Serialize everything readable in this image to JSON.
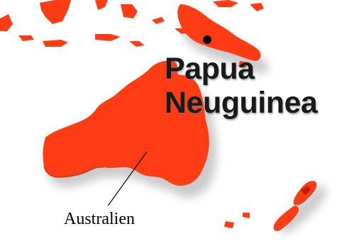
{
  "map": {
    "labels": {
      "png_line1": "Papua",
      "png_line2": "Neuguinea",
      "australia": "Australien"
    },
    "colors": {
      "land": "#ff3c14",
      "land_dark": "#c21e00",
      "shadow": "#9a9a9a",
      "city_marker": "#000000"
    },
    "icons": [
      "city-dot-icon"
    ]
  }
}
